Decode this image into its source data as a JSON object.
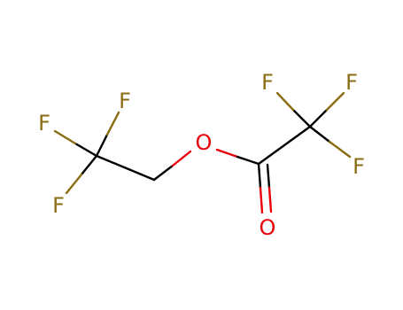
{
  "molecule": {
    "atoms": [
      {
        "id": "F1",
        "label": "F",
        "color": "#8a6d12"
      },
      {
        "id": "F2",
        "label": "F",
        "color": "#8a6d12"
      },
      {
        "id": "F3",
        "label": "F",
        "color": "#8a6d12"
      },
      {
        "id": "O1",
        "label": "O",
        "color": "#e8000b"
      },
      {
        "id": "O2",
        "label": "O",
        "color": "#e8000b"
      },
      {
        "id": "F4",
        "label": "F",
        "color": "#8a6d12"
      },
      {
        "id": "F5",
        "label": "F",
        "color": "#8a6d12"
      },
      {
        "id": "F6",
        "label": "F",
        "color": "#8a6d12"
      }
    ],
    "colors": {
      "carbon_bond": "#000000",
      "fluorine": "#8a6d12",
      "oxygen": "#e8000b",
      "background": "#ffffff"
    }
  }
}
